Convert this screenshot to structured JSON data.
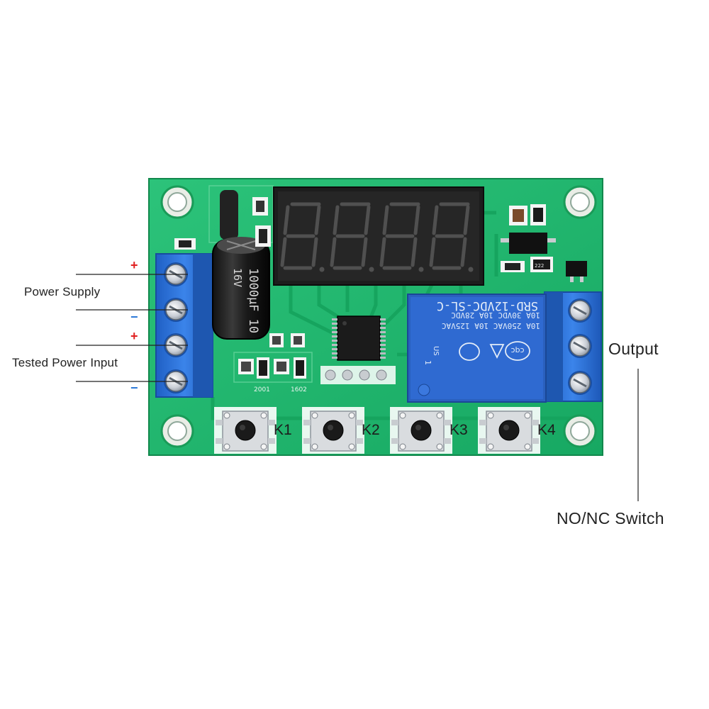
{
  "labels": {
    "power_supply": "Power Supply",
    "tested_power_input": "Tested Power Input",
    "output": "Output",
    "no_nc_switch": "NO/NC Switch",
    "plus": "+",
    "minus": "−"
  },
  "buttons": [
    {
      "label": "K1"
    },
    {
      "label": "K2"
    },
    {
      "label": "K3"
    },
    {
      "label": "K4"
    }
  ],
  "relay": {
    "model": "SRD-12VDC-SL-C",
    "rating_line1": "10A 250VAC  10A 125VAC",
    "rating_line2": "10A 30VDC  10A 28VDC",
    "mark": "cqc",
    "us_mark": "US",
    "pin_mark": "1"
  },
  "capacitor": {
    "text1": "1000μF 10",
    "text2": "16V"
  },
  "silkscreen": {
    "r1": "2001",
    "r2": "1602",
    "r3": "222"
  },
  "colors": {
    "pcb": "#1fb56c",
    "terminal": "#2a6fd6",
    "relay": "#2c63c2",
    "display": "#1c1c1c"
  }
}
